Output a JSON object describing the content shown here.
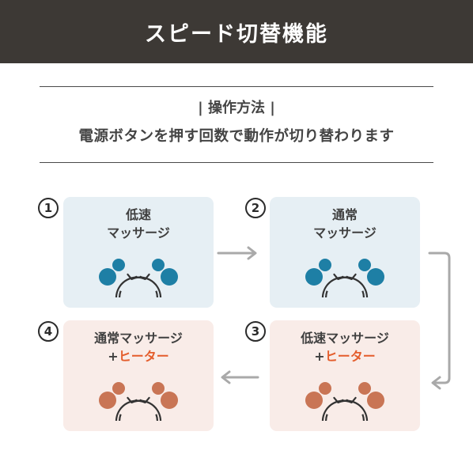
{
  "header": {
    "title": "スピード切替機能"
  },
  "section": {
    "label": "| 操作方法 |"
  },
  "instruction": "電源ボタンを押す回数で動作が切り替わります",
  "steps": [
    {
      "number": "1",
      "line1": "低速",
      "line2": "マッサージ",
      "color": "#1e7fa5"
    },
    {
      "number": "2",
      "line1": "通常",
      "line2": "マッサージ",
      "color": "#1e7fa5"
    },
    {
      "number": "3",
      "line1": "低速マッサージ",
      "plus": "+",
      "line2": "ヒーター",
      "color": "#c97555"
    },
    {
      "number": "4",
      "line1": "通常マッサージ",
      "plus": "+",
      "line2": "ヒーター",
      "color": "#c97555"
    }
  ],
  "colors": {
    "header_bg": "#3d3935",
    "card_blue": "#e6eff4",
    "card_pink": "#f9ece8",
    "heater_text": "#e45d2c",
    "arrow": "#a9a9a9"
  }
}
